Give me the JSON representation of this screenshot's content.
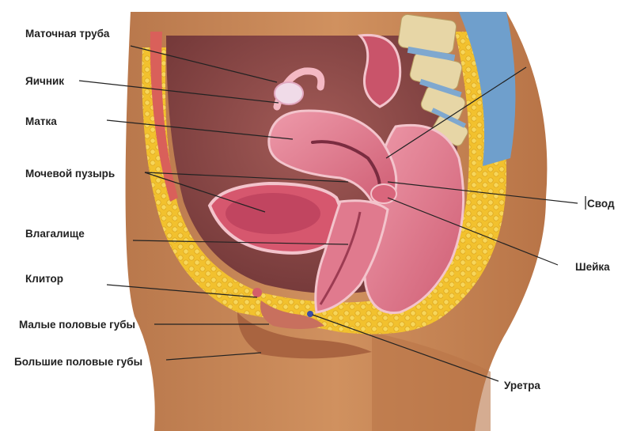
{
  "labels": {
    "fallopian_tube": "Маточная труба",
    "ovary": "Яичник",
    "uterus": "Матка",
    "bladder": "Мочевой пузырь",
    "vagina": "Влагалище",
    "clitoris": "Клитор",
    "labia_minora": "Малые половые губы",
    "labia_majora": "Большие половые губы",
    "fornix": "Свод",
    "cervix": "Шейка",
    "urethra": "Уретра"
  },
  "colors": {
    "skin": "#c8875a",
    "skin_shadow": "#a9683f",
    "fat": "#f2c12e",
    "uterus": "#e07a8e",
    "organ_dark": "#c9546a",
    "cavity": "#8e4a4a",
    "spine": "#e7d6a6",
    "disc": "#7fa8cf",
    "muscle": "#d9605a"
  },
  "icons": [
    "anatomy-illustration"
  ]
}
